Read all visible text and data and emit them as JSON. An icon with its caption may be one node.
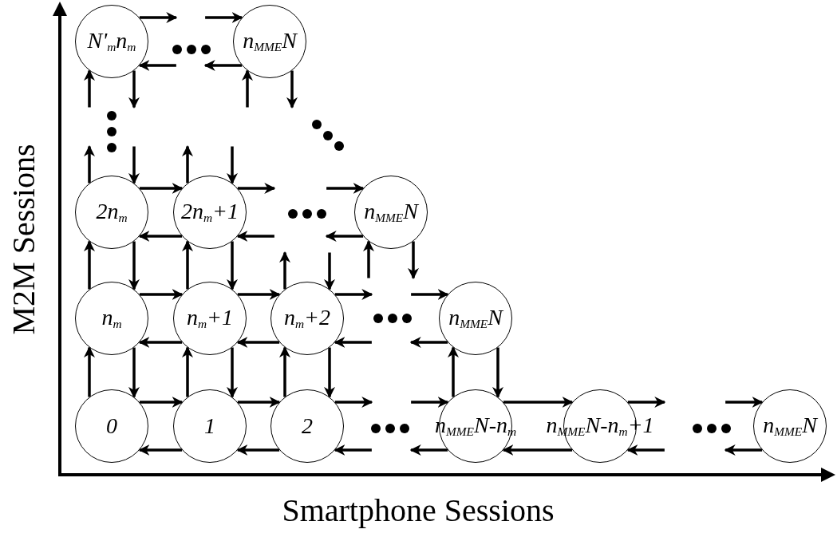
{
  "diagram": {
    "nodes": [
      {
        "text": [
          "N'$_{m}$n$_{m}$"
        ]
      },
      {
        "text": [
          "n$_{MME}$N"
        ]
      },
      {
        "text": [
          "2n$_{m}$"
        ]
      },
      {
        "text": [
          "2n$_{m}$+1"
        ]
      },
      {
        "text": [
          "n$_{MME}$N"
        ]
      },
      {
        "text": [
          "n$_{m}$"
        ]
      },
      {
        "text": [
          "n$_{m}$+1"
        ]
      },
      {
        "text": [
          "n$_{m}$+2"
        ]
      },
      {
        "text": [
          "n$_{MME}$N"
        ]
      },
      {
        "text": [
          "0"
        ]
      },
      {
        "text": [
          "1"
        ]
      },
      {
        "text": [
          "2"
        ]
      },
      {
        "text": [
          "n$_{MME}$N-n$_{m}$"
        ]
      },
      {
        "text": [
          "n$_{MME}$N-n$_{m}$+1"
        ]
      },
      {
        "text": [
          "n$_{MME}$N"
        ]
      }
    ],
    "edges": [
      {
        "from": 0,
        "to": null,
        "arrow": "to"
      },
      {
        "from": null,
        "to": 1,
        "arrow": "to"
      },
      {
        "from": 1,
        "to": null,
        "arrow": "to"
      },
      {
        "from": null,
        "to": 0,
        "arrow": "to"
      },
      {
        "from": null,
        "to": 0,
        "arrow": "to"
      },
      {
        "from": 0,
        "to": null,
        "arrow": "to"
      },
      {
        "from": null,
        "to": 1,
        "arrow": "to"
      },
      {
        "from": 1,
        "to": null,
        "arrow": "to"
      },
      {
        "from": 2,
        "to": 3,
        "arrow": "to"
      },
      {
        "from": 3,
        "to": 2,
        "arrow": "to"
      },
      {
        "from": 3,
        "to": null,
        "arrow": "to"
      },
      {
        "from": null,
        "to": 4,
        "arrow": "to"
      },
      {
        "from": 4,
        "to": null,
        "arrow": "to"
      },
      {
        "from": null,
        "to": 3,
        "arrow": "to"
      },
      {
        "from": 2,
        "to": null,
        "arrow": "to"
      },
      {
        "from": null,
        "to": 2,
        "arrow": "to"
      },
      {
        "from": 3,
        "to": null,
        "arrow": "to"
      },
      {
        "from": null,
        "to": 3,
        "arrow": "to"
      },
      {
        "from": null,
        "to": 4,
        "arrow": "to"
      },
      {
        "from": 4,
        "to": null,
        "arrow": "to"
      },
      {
        "from": 5,
        "to": 2,
        "arrow": "to"
      },
      {
        "from": 2,
        "to": 5,
        "arrow": "to"
      },
      {
        "from": 6,
        "to": 3,
        "arrow": "to"
      },
      {
        "from": 3,
        "to": 6,
        "arrow": "to"
      },
      {
        "from": 7,
        "to": null,
        "arrow": "to"
      },
      {
        "from": null,
        "to": 7,
        "arrow": "to"
      },
      {
        "from": 5,
        "to": 6,
        "arrow": "to"
      },
      {
        "from": 6,
        "to": 5,
        "arrow": "to"
      },
      {
        "from": 6,
        "to": 7,
        "arrow": "to"
      },
      {
        "from": 7,
        "to": 6,
        "arrow": "to"
      },
      {
        "from": 7,
        "to": null,
        "arrow": "to"
      },
      {
        "from": null,
        "to": 8,
        "arrow": "to"
      },
      {
        "from": 8,
        "to": null,
        "arrow": "to"
      },
      {
        "from": null,
        "to": 7,
        "arrow": "to"
      },
      {
        "from": 9,
        "to": 5,
        "arrow": "to"
      },
      {
        "from": 5,
        "to": 9,
        "arrow": "to"
      },
      {
        "from": 10,
        "to": 6,
        "arrow": "to"
      },
      {
        "from": 6,
        "to": 10,
        "arrow": "to"
      },
      {
        "from": 11,
        "to": 7,
        "arrow": "to"
      },
      {
        "from": 7,
        "to": 11,
        "arrow": "to"
      },
      {
        "from": 12,
        "to": 8,
        "arrow": "to"
      },
      {
        "from": 8,
        "to": 12,
        "arrow": "to"
      },
      {
        "from": 9,
        "to": 10,
        "arrow": "to"
      },
      {
        "from": 10,
        "to": 9,
        "arrow": "to"
      },
      {
        "from": 10,
        "to": 11,
        "arrow": "to"
      },
      {
        "from": 11,
        "to": 10,
        "arrow": "to"
      },
      {
        "from": 11,
        "to": null,
        "arrow": "to"
      },
      {
        "from": null,
        "to": 12,
        "arrow": "to"
      },
      {
        "from": 12,
        "to": null,
        "arrow": "to"
      },
      {
        "from": null,
        "to": 11,
        "arrow": "to"
      },
      {
        "from": 12,
        "to": 13,
        "arrow": "to"
      },
      {
        "from": 13,
        "to": 12,
        "arrow": "to"
      },
      {
        "from": 13,
        "to": null,
        "arrow": "to"
      },
      {
        "from": null,
        "to": 14,
        "arrow": "to"
      },
      {
        "from": 14,
        "to": null,
        "arrow": "to"
      },
      {
        "from": null,
        "to": 13,
        "arrow": "to"
      }
    ],
    "labels": [
      "M2M Sessions",
      "Smartphone Sessions"
    ]
  }
}
